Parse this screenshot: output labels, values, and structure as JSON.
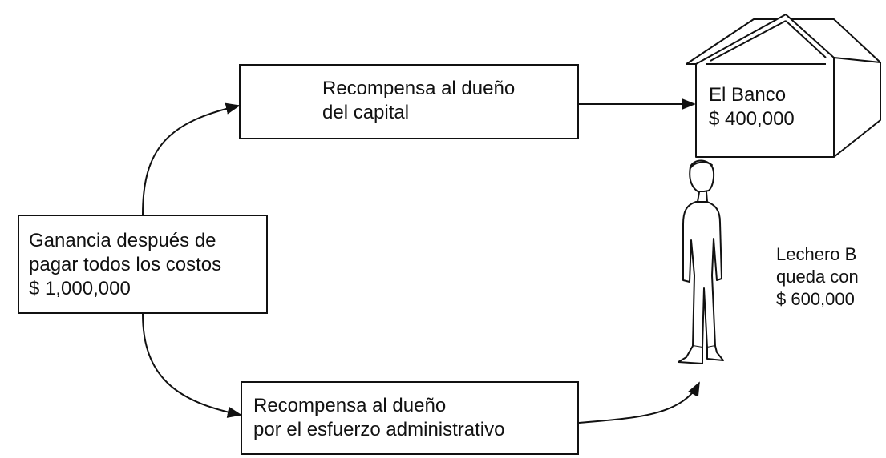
{
  "profit": {
    "line1": "Ganancia después de",
    "line2": "pagar todos los costos",
    "line3": "$ 1,000,000"
  },
  "capital_reward": {
    "line1": "Recompensa al dueño",
    "line2": "del capital"
  },
  "effort_reward": {
    "line1": "Recompensa al dueño",
    "line2": "por el esfuerzo administrativo"
  },
  "bank": {
    "line1": "El Banco",
    "line2": "$ 400,000"
  },
  "milkman": {
    "line1": "Lechero B",
    "line2": "queda con",
    "line3": "$ 600,000"
  }
}
